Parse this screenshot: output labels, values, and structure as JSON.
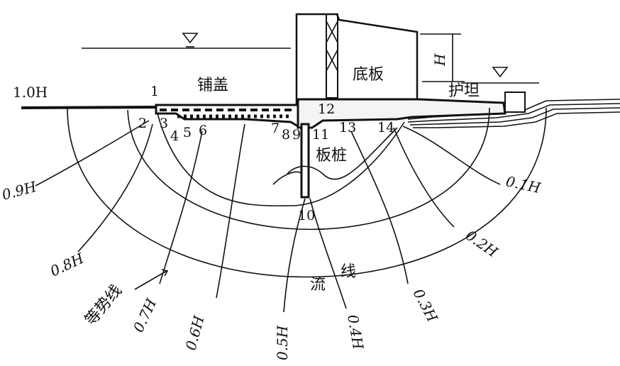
{
  "structure": {
    "blanket": "铺盖",
    "floor_slab": "底板",
    "apron": "护坦",
    "sheet_pile": "板桩",
    "head": "H",
    "upstream_head": "1.0H"
  },
  "points": [
    "1",
    "2",
    "3",
    "4",
    "5",
    "6",
    "7",
    "8",
    "9",
    "10",
    "11",
    "12",
    "13",
    "14"
  ],
  "equipotential_labels": [
    "0.9H",
    "0.8H",
    "0.7H",
    "0.6H",
    "0.5H",
    "0.4H",
    "0.3H",
    "0.2H",
    "0.1H"
  ],
  "legend": {
    "equipotential_line": "等势线",
    "flow_line_1": "流",
    "flow_line_2": "线"
  },
  "colors": {
    "ink": "#111111",
    "background": "#ffffff"
  }
}
